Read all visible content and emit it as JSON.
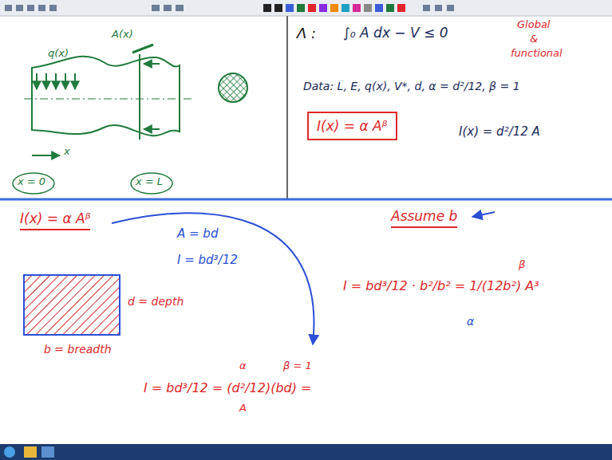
{
  "diagram": {
    "nodes": [
      {
        "text": [
          "I(x) = α Aᵝ"
        ]
      }
    ],
    "labels": [
      "A(x)",
      "q(x)",
      "x",
      "x = 0",
      "x = L",
      "Λ :",
      "∫₀ A dx − V ≤ 0",
      "Global",
      "&",
      "functional",
      "Data: L, E, q(x), V*, d, α = d²/12, β = 1",
      "I(x) = d²/12 A",
      "I(x) = α Aᵝ",
      "A = bd",
      "I = bd³/12",
      "d = depth",
      "b = breadth",
      "I = bd³/12 = (d²/12)(bd) =",
      "α",
      "β = 1",
      "A",
      "Assume b",
      "I = bd³/12 · b²/b² = 1/(12b²) A³",
      "α",
      "β"
    ]
  }
}
